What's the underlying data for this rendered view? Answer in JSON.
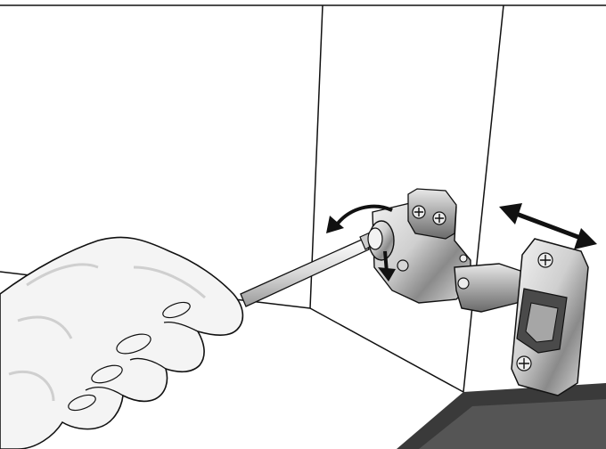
{
  "illustration": {
    "subject": [
      "cabinet-interior",
      "gloved-hand",
      "screwdriver",
      "concealed-hinge",
      "rotate-arrow-icon",
      "double-headed-arrow-icon"
    ],
    "colors": {
      "line": "#111111",
      "background": "#ffffff",
      "metal_light": "#e6e6e6",
      "metal_mid": "#bdbdbd",
      "metal_dark": "#5c5c5c",
      "glove": "#f4f4f4",
      "glove_shade": "#cfcfcf",
      "shelf_dark": "#3a3a3a"
    }
  }
}
